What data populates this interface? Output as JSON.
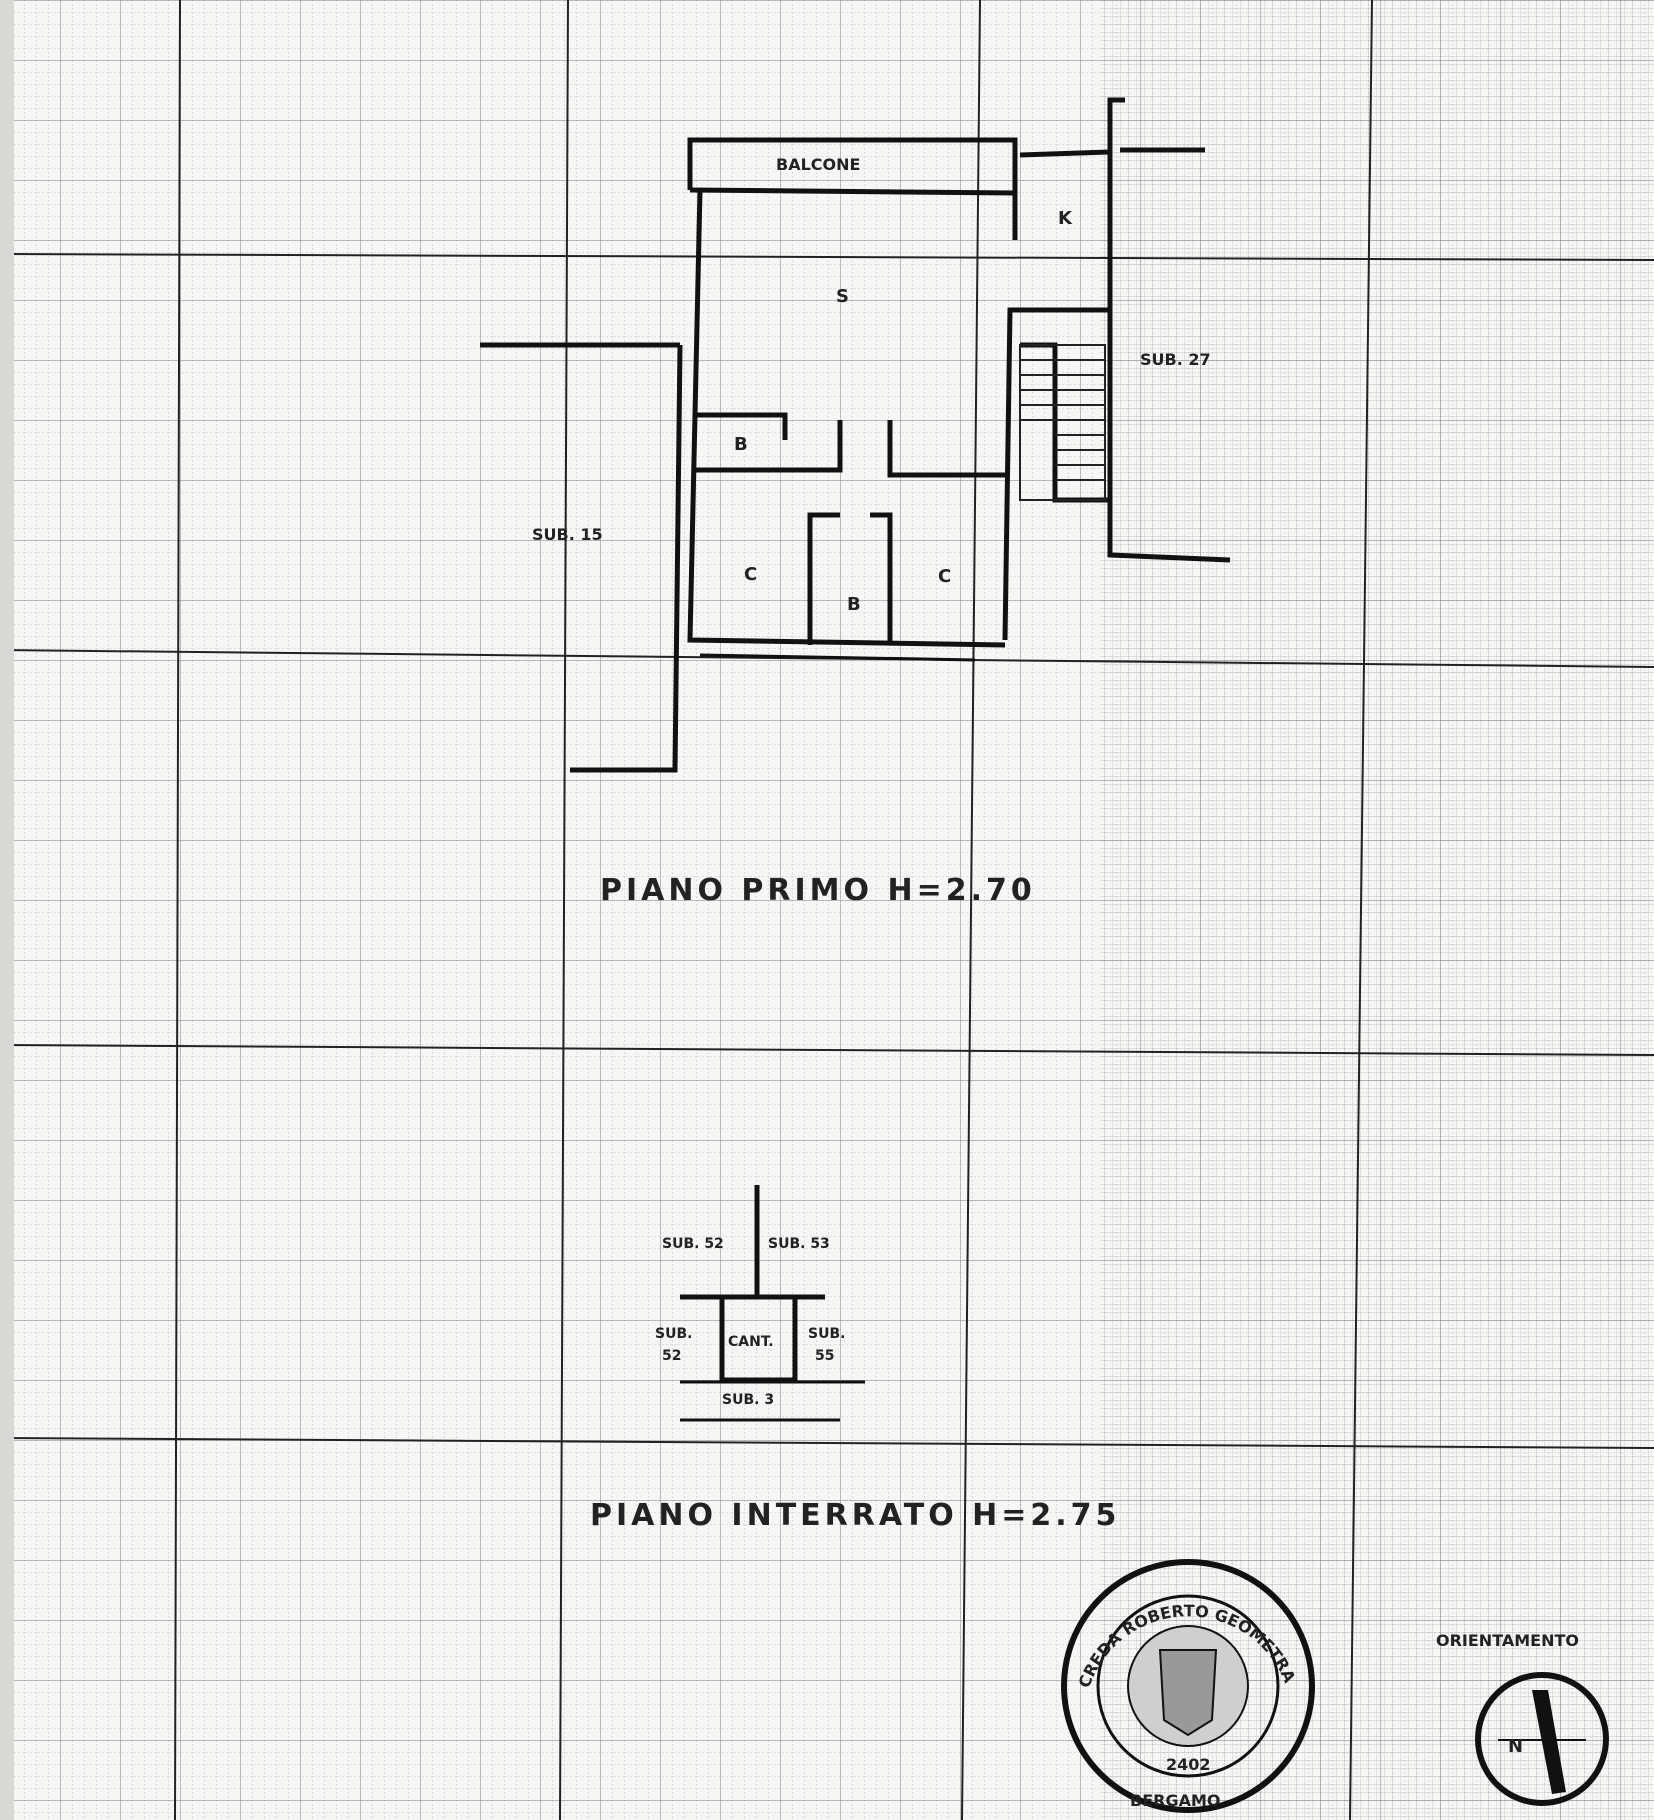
{
  "plan_first": {
    "title": "PIANO   PRIMO   H=2.70",
    "balcony": "BALCONE",
    "rooms": {
      "living": "S",
      "bath_top": "B",
      "bedroom_left": "C",
      "bath_mid": "B",
      "bedroom_right": "C",
      "kitchen": "K"
    },
    "sub_left": "SUB. 15",
    "sub_right": "SUB. 27"
  },
  "plan_basement": {
    "title": "PIANO   INTERRATO   H=2.75",
    "sub_top_left": "SUB. 52",
    "sub_top_right": "SUB. 53",
    "sub_left_1": "SUB.",
    "sub_left_2": "52",
    "cellar": "CANT.",
    "sub_right_1": "SUB.",
    "sub_right_2": "55",
    "sub_bottom": "SUB. 3"
  },
  "stamp": {
    "ring_text": "CREDA  ROBERTO  GEOMETRA",
    "number": "2402",
    "bottom": "BERGAMO"
  },
  "orientation": {
    "title": "ORIENTAMENTO",
    "north": "N"
  }
}
